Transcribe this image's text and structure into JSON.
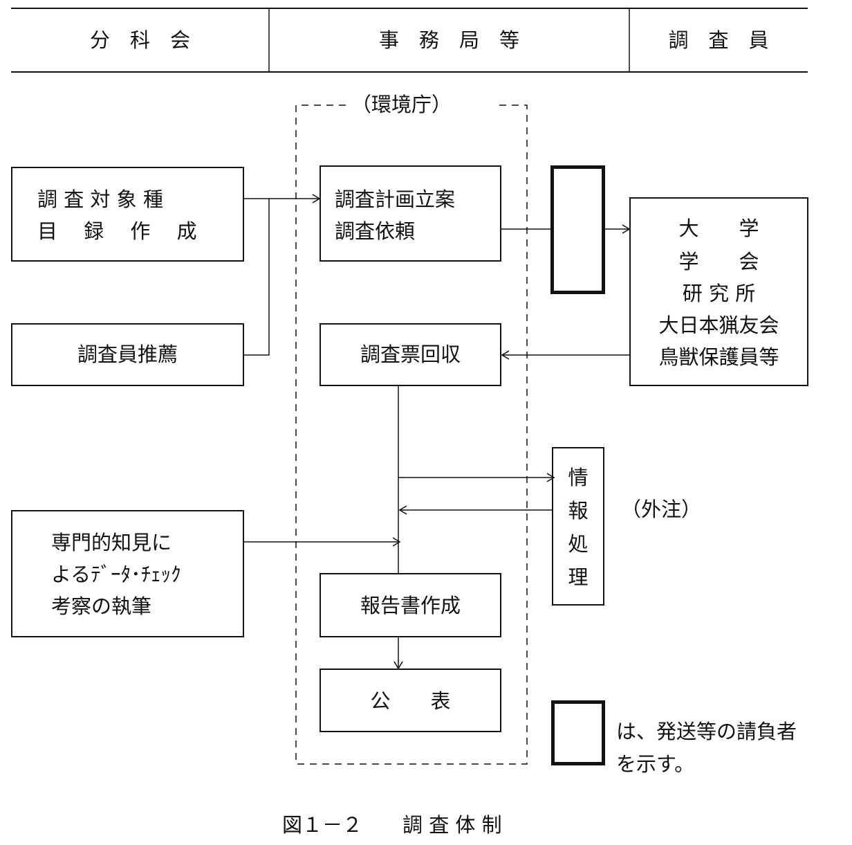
{
  "header": {
    "col1": "分　科　会",
    "col2": "事　務　局　等",
    "col3": "調　査　員"
  },
  "agency_label": "（環境庁）",
  "boxes": {
    "species_list": [
      "調 査 対 象 種",
      "目　 録　 作　 成"
    ],
    "recommend": "調査員推薦",
    "plan": [
      "調査計画立案",
      "調査依頼"
    ],
    "collect": "調査票回収",
    "expert": [
      "専門的知見に",
      "よるﾃﾞｰﾀ･ﾁｪｯｸ",
      "考察の執筆"
    ],
    "report": "報告書作成",
    "publish": "公　　表",
    "institutions": [
      "大　　学",
      "学　　会",
      "研 究 所",
      "大日本猟友会",
      "鳥獣保護員等"
    ],
    "info": [
      "情",
      "報",
      "処",
      "理"
    ]
  },
  "outsource_label": "（外注）",
  "legend": [
    "は、発送等の請負者",
    "を示す。"
  ],
  "caption": "図１－２　　調 査 体 制"
}
